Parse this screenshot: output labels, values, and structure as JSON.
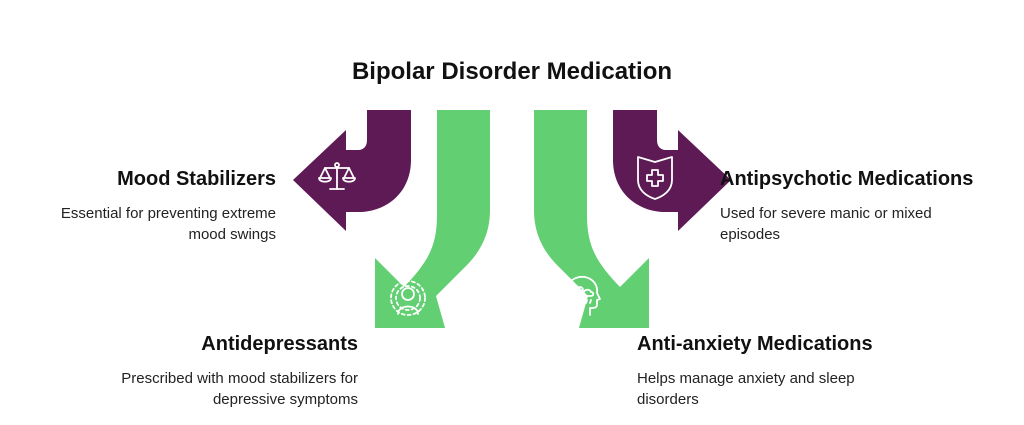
{
  "title": "Bipolar Disorder Medication",
  "colors": {
    "purple": "#5e1a55",
    "green": "#62cf72",
    "icon_stroke": "#ffffff"
  },
  "items": [
    {
      "heading": "Mood Stabilizers",
      "description_lines": [
        "Essential for preventing extreme",
        "mood swings"
      ],
      "icon": "scales-icon",
      "arrow_color": "purple",
      "direction": "left"
    },
    {
      "heading": "Antipsychotic Medications",
      "description_lines": [
        "Used for severe manic or mixed",
        "episodes"
      ],
      "icon": "shield-cross-icon",
      "arrow_color": "purple",
      "direction": "right"
    },
    {
      "heading": "Antidepressants",
      "description_lines": [
        "Prescribed with mood stabilizers for",
        "depressive symptoms"
      ],
      "icon": "radiant-person-icon",
      "arrow_color": "green",
      "direction": "down-left"
    },
    {
      "heading": "Anti-anxiety Medications",
      "description_lines": [
        "Helps manage anxiety and sleep",
        "disorders"
      ],
      "icon": "head-weather-icon",
      "arrow_color": "green",
      "direction": "down-right"
    }
  ]
}
